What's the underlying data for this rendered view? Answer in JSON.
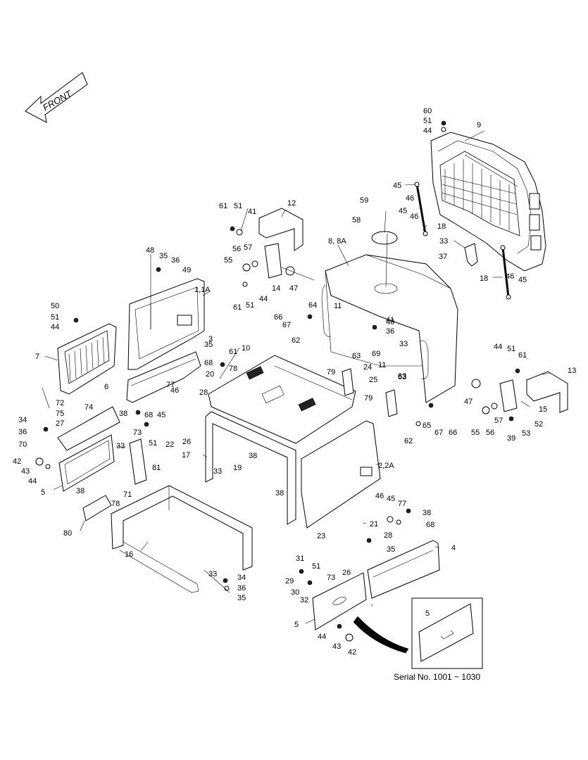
{
  "front_label": "FRONT",
  "serial_caption": "Serial No. 1001 ~ 1030",
  "inset_label": "5",
  "callouts": [
    "60",
    "51",
    "44",
    "9",
    "45",
    "46",
    "45",
    "46",
    "18",
    "33",
    "37",
    "18",
    "46",
    "45",
    "59",
    "58",
    "8, 8A",
    "61",
    "51",
    "41",
    "12",
    "56",
    "57",
    "55",
    "14",
    "47",
    "61",
    "51",
    "44",
    "48",
    "35",
    "36",
    "49",
    "1,1A",
    "50",
    "51",
    "44",
    "7",
    "64",
    "11",
    "66",
    "67",
    "62",
    "40",
    "36",
    "41",
    "63",
    "69",
    "33",
    "11",
    "63",
    "3",
    "68",
    "20",
    "35",
    "10",
    "61",
    "78",
    "79",
    "24",
    "25",
    "63",
    "44",
    "51",
    "61",
    "13",
    "47",
    "15",
    "52",
    "53",
    "39",
    "56",
    "55",
    "57",
    "65",
    "67",
    "66",
    "62",
    "79",
    "6",
    "72",
    "74",
    "75",
    "27",
    "34",
    "36",
    "70",
    "38",
    "73",
    "51",
    "22",
    "26",
    "28",
    "77",
    "46",
    "45",
    "68",
    "33",
    "81",
    "42",
    "43",
    "44",
    "5",
    "38",
    "71",
    "78",
    "80",
    "17",
    "33",
    "19",
    "38",
    "38",
    "2,2A",
    "16",
    "33",
    "34",
    "36",
    "35",
    "46",
    "45",
    "77",
    "38",
    "68",
    "21",
    "4",
    "23",
    "28",
    "35",
    "31",
    "51",
    "73",
    "26",
    "29",
    "30",
    "32",
    "5",
    "44",
    "43",
    "42"
  ]
}
